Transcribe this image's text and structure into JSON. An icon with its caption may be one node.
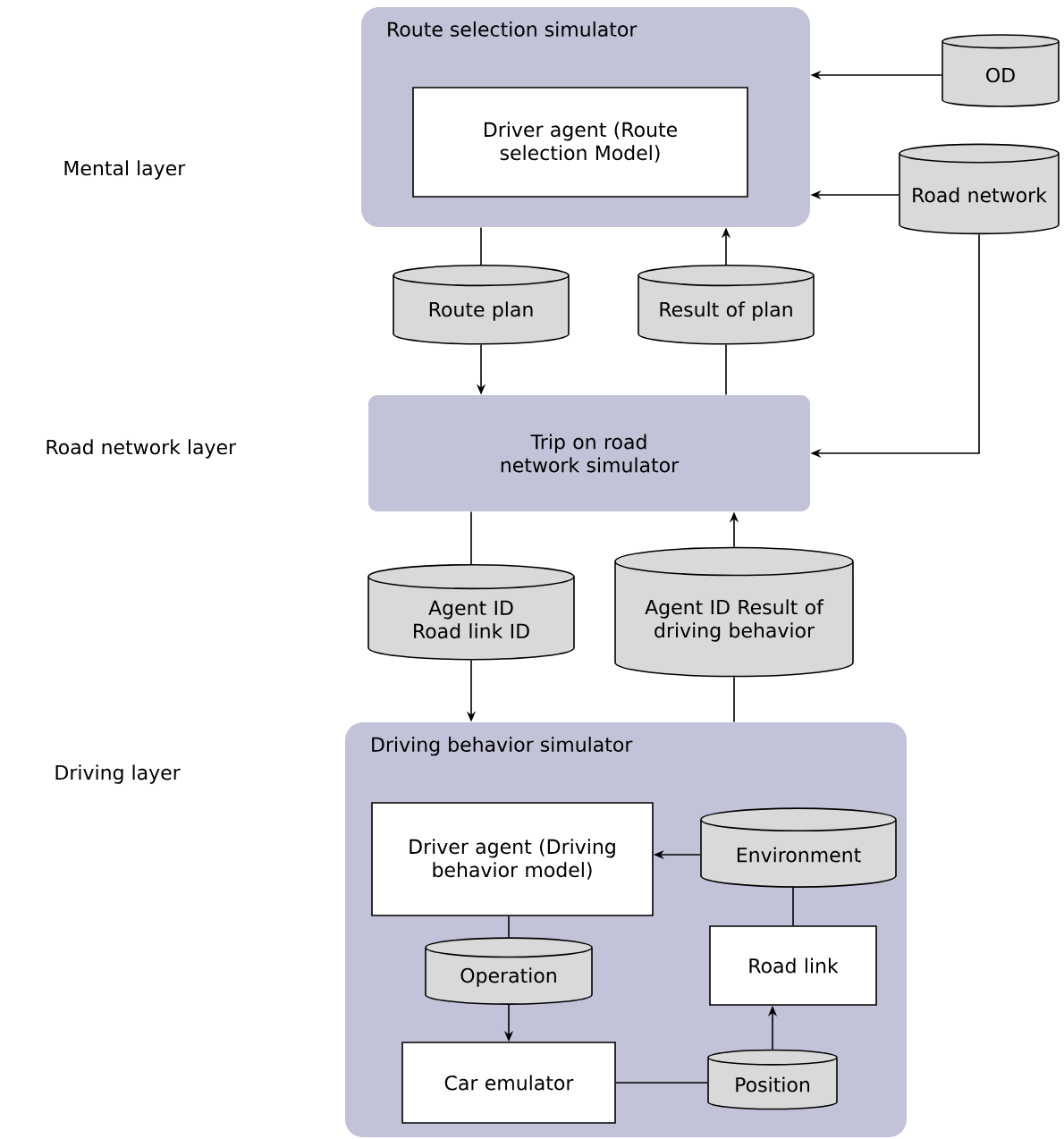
{
  "diagram": {
    "nodes": [
      {
        "text": [
          "Route selection simulator"
        ]
      },
      {
        "text": [
          "Driver agent (Route selection Model)"
        ],
        "in": 0
      },
      {
        "text": [
          "OD"
        ]
      },
      {
        "text": [
          "Road network"
        ]
      },
      {
        "text": [
          "Route plan"
        ]
      },
      {
        "text": [
          "Result of plan"
        ]
      },
      {
        "text": [
          "Trip on road network simulator"
        ]
      },
      {
        "text": [
          "Agent ID Road link ID"
        ]
      },
      {
        "text": [
          "Agent ID Result of driving behavior"
        ]
      },
      {
        "text": [
          "Driving behavior simulator"
        ]
      },
      {
        "text": [
          "Driver agent (Driving behavior model)"
        ],
        "in": 9
      },
      {
        "text": [
          "Environment"
        ],
        "in": 9
      },
      {
        "text": [
          "Operation"
        ],
        "in": 9
      },
      {
        "text": [
          "Road link"
        ],
        "in": 9
      },
      {
        "text": [
          "Car emulator"
        ],
        "in": 9
      },
      {
        "text": [
          "Position"
        ],
        "in": 9
      }
    ],
    "edges": [
      {
        "from": 2,
        "to": 0,
        "arrow": "to"
      },
      {
        "from": 3,
        "to": 0,
        "arrow": "to"
      },
      {
        "from": 3,
        "to": 6,
        "arrow": "to"
      },
      {
        "from": 0,
        "to": 4,
        "arrow": "none"
      },
      {
        "from": 4,
        "to": 6,
        "arrow": "to"
      },
      {
        "from": 6,
        "to": 5,
        "arrow": "none"
      },
      {
        "from": 5,
        "to": 0,
        "arrow": "to"
      },
      {
        "from": 6,
        "to": 7,
        "arrow": "none"
      },
      {
        "from": 7,
        "to": 9,
        "arrow": "to"
      },
      {
        "from": 9,
        "to": 8,
        "arrow": "none"
      },
      {
        "from": 8,
        "to": 6,
        "arrow": "to"
      },
      {
        "from": 11,
        "to": 10,
        "arrow": "to"
      },
      {
        "from": 10,
        "to": 12,
        "arrow": "none"
      },
      {
        "from": 12,
        "to": 14,
        "arrow": "to"
      },
      {
        "from": 14,
        "to": 15,
        "arrow": "none"
      },
      {
        "from": 15,
        "to": 13,
        "arrow": "to"
      },
      {
        "from": 13,
        "to": 11,
        "arrow": "none"
      }
    ],
    "labels": [
      "Mental layer",
      "Road network layer",
      "Driving layer"
    ]
  }
}
